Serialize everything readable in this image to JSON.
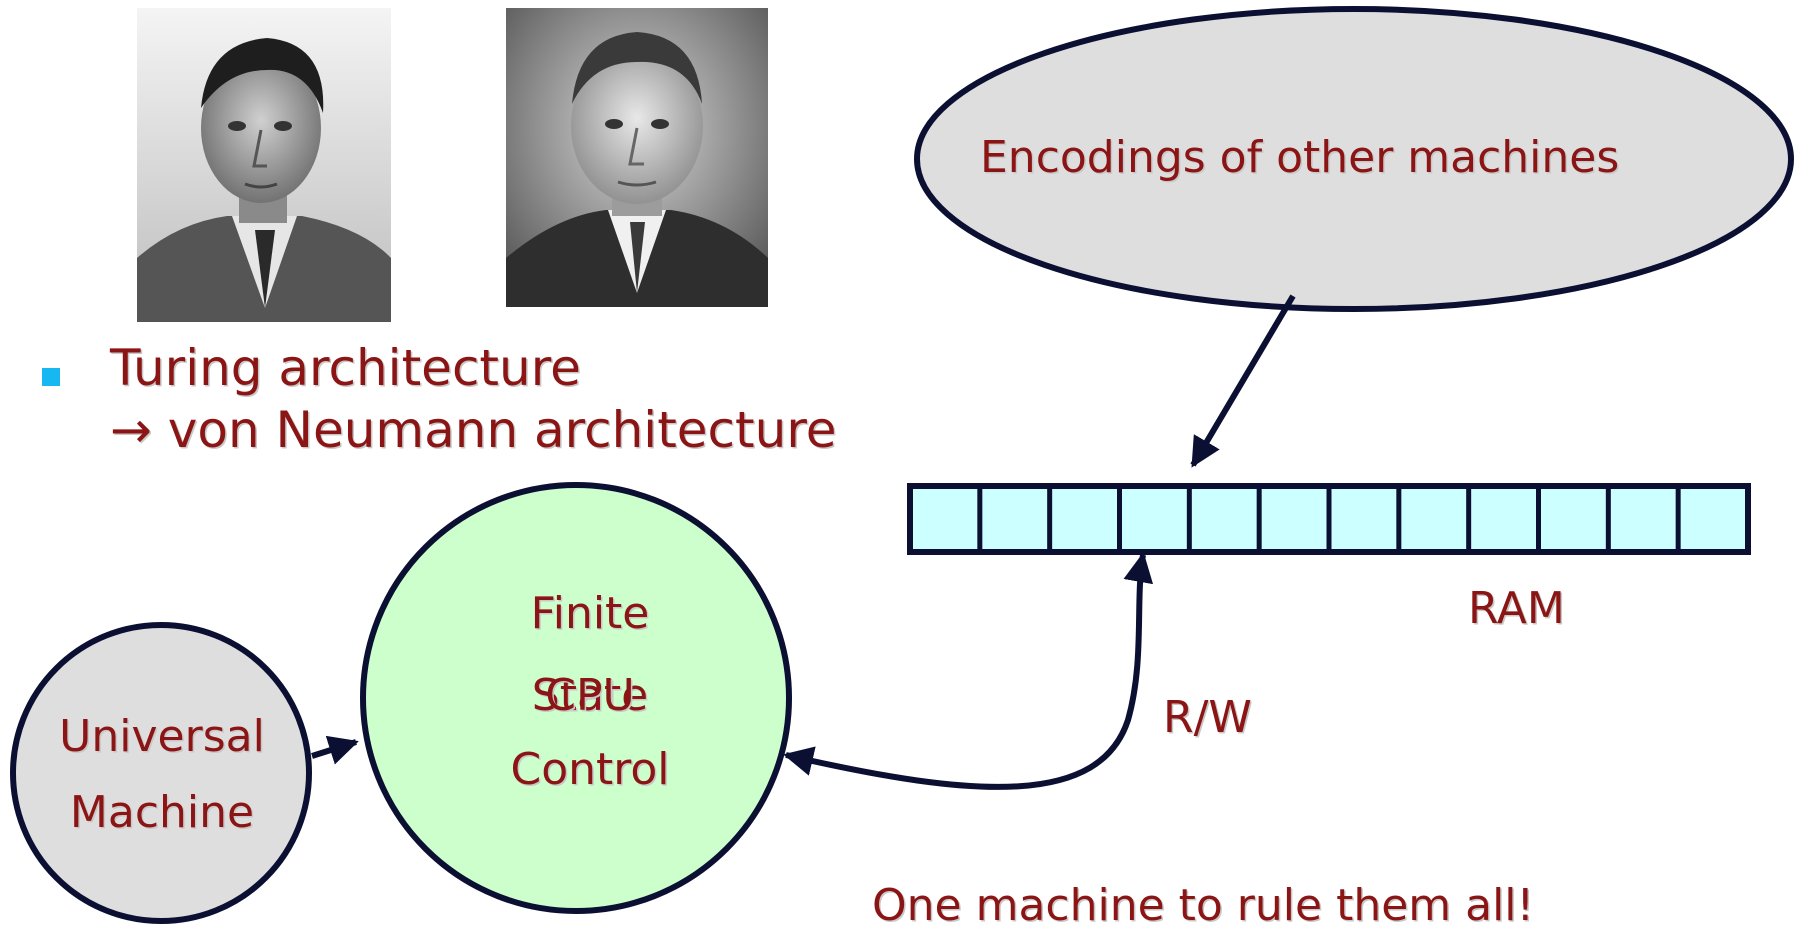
{
  "portraits": [
    {
      "name": "portrait-turing"
    },
    {
      "name": "portrait-von-neumann"
    }
  ],
  "bullet": {
    "line1": "Turing architecture",
    "line2": "→ von Neumann architecture"
  },
  "diagram": {
    "encodings_label": "Encodings of other machines",
    "ram_label": "RAM",
    "rw_label": "R/W",
    "fsc_label_lines": [
      "Finite",
      "State",
      "Control"
    ],
    "cpu_label": "CPU",
    "universal_label_lines": [
      "Universal",
      "Machine"
    ],
    "ram_cell_count": 12,
    "tagline": "One machine to rule them all!"
  },
  "colors": {
    "text": "#8b1414",
    "bullet": "#17b7f1",
    "ellipse_fill": "#dedede",
    "fsc_fill": "#ccffcc",
    "ram_fill": "#ccffff",
    "stroke": "#0b1033"
  }
}
